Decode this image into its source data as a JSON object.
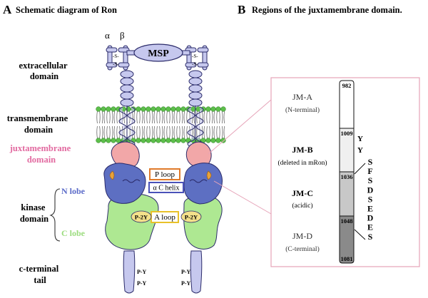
{
  "panel_a": {
    "letter": "A",
    "title": "Schematic diagram of Ron",
    "chain_labels": [
      "α",
      "β"
    ],
    "ligand": "MSP",
    "disulfide": "-S-",
    "regions": {
      "extracellular": [
        "extracellular",
        "domain"
      ],
      "transmembrane": [
        "transmembrane",
        "domain"
      ],
      "juxtamembrane": [
        "juxtamembrane",
        "domain"
      ],
      "kinase": [
        "kinase",
        "domain"
      ],
      "cterminal": [
        "c-terminal",
        "tail"
      ]
    },
    "lobes": {
      "n": "N lobe",
      "c": "C lobe"
    },
    "motifs": {
      "p_loop": "P loop",
      "ac_helix": "α C helix",
      "a_loop": "A loop"
    },
    "phospho_y": "P-2Y",
    "tail_py": "P-Y"
  },
  "panel_b": {
    "letter": "B",
    "title": "Regions of the juxtamembrane domain.",
    "segments": [
      {
        "name": "JM-A",
        "desc": "(N-terminal)",
        "start": "982",
        "color": "#ffffff",
        "bold": false
      },
      {
        "name": "JM-B",
        "desc": "(deleted in mRon)",
        "start": "1009",
        "color": "#f0f0f0",
        "bold": true
      },
      {
        "name": "JM-C",
        "desc": "(acidic)",
        "start": "1036",
        "color": "#c8c8c8",
        "bold": true
      },
      {
        "name": "JM-D",
        "desc": "(C-terminal)",
        "start": "1048",
        "color": "#8a8a8a",
        "bold": false
      }
    ],
    "end_residue": "1081",
    "jmb_residues": [
      "Y",
      "Y"
    ],
    "jmc_residues": [
      "S",
      "F",
      "S",
      "D",
      "S",
      "E",
      "D",
      "E",
      "S"
    ]
  },
  "colors": {
    "outline": "#2b2b6a",
    "receptor_fill": "#c6c8ee",
    "jm_fill": "#f2a7a8",
    "jm_label": "#e26aa0",
    "n_lobe_fill": "#5d6fc2",
    "n_lobe_label": "#5a6ac8",
    "c_lobe_fill": "#aee892",
    "c_lobe_label": "#9bdc7d",
    "membrane_head": "#5cbf4a",
    "p_loop_border": "#e07a2a",
    "ac_helix_border": "#4a52b8",
    "a_loop_border": "#e8c12a",
    "p2y_fill": "#f3e08a",
    "connector": "#e6a3b8"
  }
}
